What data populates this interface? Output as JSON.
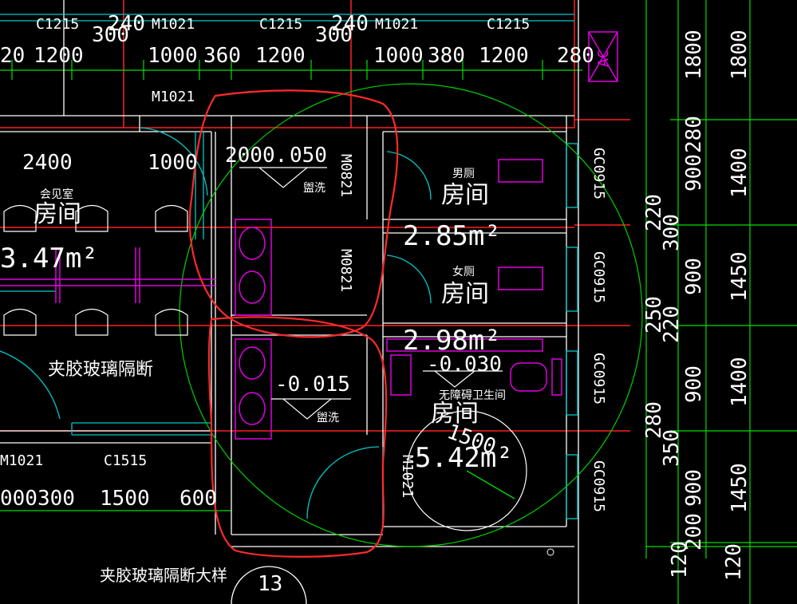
{
  "colors": {
    "background": "#000000",
    "axis_red": "#ff2020",
    "dim_green": "#00e000",
    "wall_white": "#ffffff",
    "glass_cyan": "#00c8c8",
    "furniture_magenta": "#e000e0",
    "annotation_red": "#ff2a2a",
    "circle_green": "#00d000"
  },
  "openings_top": [
    "C1215",
    "M1021",
    "C1215",
    "M1021",
    "C1215"
  ],
  "dims_top_small": [
    "240",
    "300",
    "240",
    "300"
  ],
  "dims_top_row": [
    "20",
    "1200",
    "1000",
    "360",
    "1200",
    "1000",
    "380",
    "1200",
    "280"
  ],
  "ac_label": "AC",
  "m1021_upper": "M1021",
  "left_room": {
    "dim_a": "2400",
    "dim_b": "1000",
    "name": "会见室",
    "word": "房间",
    "area": "3.47m²",
    "glass_label": "夹胶玻璃隔断",
    "detail_label": "夹胶玻璃隔断大样",
    "detail_no": "13"
  },
  "upper_washroom": {
    "elev_prefix": "2000.",
    "elev": "050",
    "label": "盥洗"
  },
  "lower_washroom": {
    "elev": "-0.015",
    "label": "盥洗"
  },
  "doors": [
    "M0821",
    "M0821",
    "M1021"
  ],
  "right_rooms": [
    {
      "name": "男厕",
      "word": "房间",
      "area": "2.85m²"
    },
    {
      "name": "女厕",
      "word": "房间",
      "area": "2.98m²"
    },
    {
      "name": "无障碍卫生间",
      "word": "房间",
      "area": "5.42m²",
      "elev": "-0.030",
      "radius": "1500"
    }
  ],
  "windows_right": [
    "GC0915",
    "GC0915",
    "GC0915",
    "GC0915"
  ],
  "bottom_openings": [
    "M1021",
    "C1515"
  ],
  "bottom_dims": [
    "000300",
    "1500",
    "600"
  ],
  "right_dims_a": [
    "1800",
    "900",
    "280",
    "300",
    "220",
    "900",
    "250",
    "220",
    "900",
    "350",
    "280",
    "900",
    "200",
    "120"
  ],
  "right_dims_b": [
    "1800",
    "1400",
    "1450",
    "1400",
    "1450",
    "120"
  ]
}
